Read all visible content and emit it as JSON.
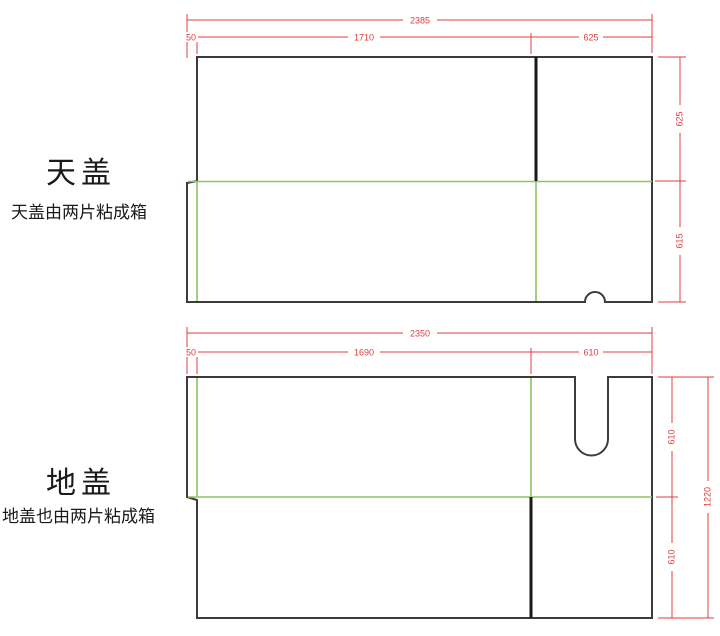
{
  "colors": {
    "dimension_red": "#e03c3c",
    "fold_green": "#8cc45e",
    "outline_black": "#3c3c3c",
    "seam_black": "#1a1a1a"
  },
  "top_cover": {
    "title": "天盖",
    "note": "天盖由两片粘成箱",
    "dims": {
      "overall_width": "2385",
      "glue_tab_width": "50",
      "main_panel_width": "1710",
      "right_panel_width": "625",
      "upper_height": "625",
      "lower_height": "615"
    }
  },
  "bottom_cover": {
    "title": "地盖",
    "note": "地盖也由两片粘成箱",
    "dims": {
      "overall_width": "2350",
      "glue_tab_width": "50",
      "main_panel_width": "1690",
      "right_panel_width": "610",
      "upper_height": "610",
      "lower_height": "610",
      "overall_height": "1220"
    }
  }
}
